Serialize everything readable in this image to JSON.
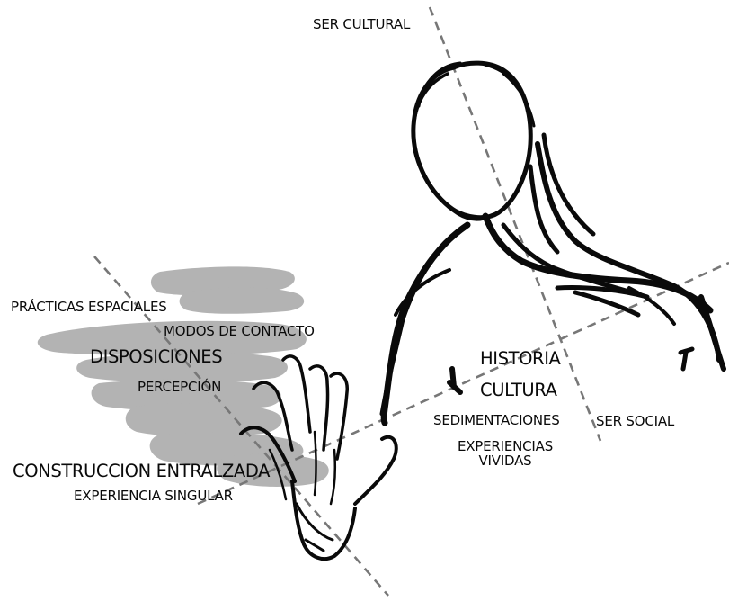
{
  "labels": {
    "ser_cultural": "SER CULTURAL",
    "practicas_espaciales": "PRÁCTICAS ESPACIALES",
    "modos_de_contacto": "MODOS DE CONTACTO",
    "disposiciones": "DISPOSICIONES",
    "percepcion": "PERCEPCIÓN",
    "construccion_entralzada": "CONSTRUCCION ENTRALZADA",
    "experiencia_singular": "EXPERIENCIA SINGULAR",
    "historia": "HISTORIA",
    "cultura": "CULTURA",
    "sedimentaciones": "SEDIMENTACIONES",
    "ser_social": "SER SOCIAL",
    "experiencias": "EXPERIENCIAS",
    "vividas": "VIVIDAS"
  },
  "colors": {
    "ink": "#0a0a0a",
    "dashed_axis": "#777777",
    "gray_wash": "#9a9a9a",
    "background": "#ffffff"
  },
  "icons": {
    "figure": "human-figure-sketch",
    "hand": "raised-hand-sketch"
  }
}
